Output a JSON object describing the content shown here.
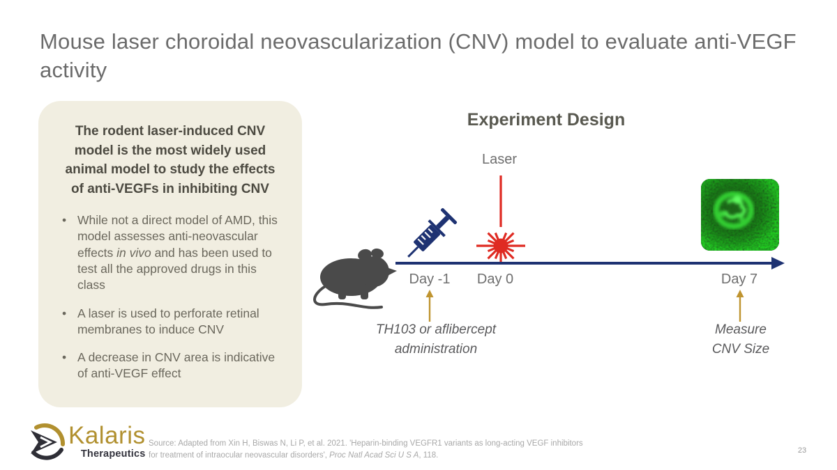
{
  "slide": {
    "title": "Mouse laser choroidal neovascularization (CNV) model to evaluate anti-VEGF activity",
    "page_number": "23"
  },
  "info_box": {
    "heading": "The rodent laser-induced CNV model is the most widely used animal model to study the effects of anti-VEGFs in inhibiting CNV",
    "bullets": [
      {
        "pre": "While not a direct model of AMD, this model assesses anti-neovascular effects ",
        "italic": "in vivo",
        "post": " and has been used to test all the approved drugs in this class"
      },
      {
        "pre": "A laser is used to perforate retinal membranes to induce CNV",
        "italic": "",
        "post": ""
      },
      {
        "pre": "A decrease in CNV area is indicative of anti-VEGF effect",
        "italic": "",
        "post": ""
      }
    ]
  },
  "diagram": {
    "heading": "Experiment Design",
    "laser_label": "Laser",
    "day_minus1": "Day -1",
    "day_0": "Day 0",
    "day_7": "Day 7",
    "annotation_administration": "TH103 or aflibercept administration",
    "annotation_measure_line1": "Measure",
    "annotation_measure_line2": "CNV Size",
    "icons": {
      "mouse": "mouse-silhouette-icon",
      "syringe": "syringe-icon",
      "laser": "laser-burst-icon",
      "cnv_photo": "cnv-fluorescence-image",
      "up_arrow": "gold-up-arrow-icon"
    }
  },
  "footer": {
    "logo_name": "Kalaris",
    "logo_sub": "Therapeutics",
    "source_pre": "Source: Adapted from Xin H, Biswas N, Li P, et al. 2021. 'Heparin-binding VEGFR1 variants as long-acting VEGF inhibitors for treatment of intraocular neovascular disorders', ",
    "source_italic": "Proc Natl Acad Sci U S A",
    "source_post": ", 118."
  },
  "colors": {
    "timeline_navy": "#1e3272",
    "laser_red": "#df2a22",
    "arrow_gold": "#bf9430",
    "box_cream": "#f1eee1",
    "cnv_green": "#35e035",
    "logo_gold": "#b1902f"
  }
}
